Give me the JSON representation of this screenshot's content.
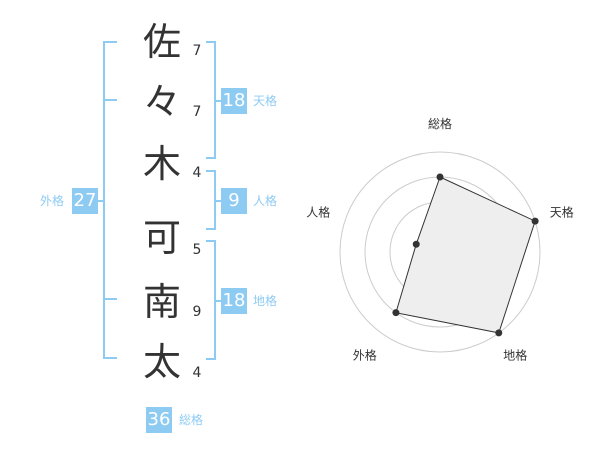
{
  "name_characters": [
    {
      "char": "佐",
      "strokes": "7"
    },
    {
      "char": "々",
      "strokes": "7"
    },
    {
      "char": "木",
      "strokes": "4"
    },
    {
      "char": "可",
      "strokes": "5"
    },
    {
      "char": "南",
      "strokes": "9"
    },
    {
      "char": "太",
      "strokes": "4"
    }
  ],
  "fortunes": {
    "tenkaku": {
      "value": "18",
      "label": "天格"
    },
    "jinkaku": {
      "value": "9",
      "label": "人格"
    },
    "chikaku": {
      "value": "18",
      "label": "地格"
    },
    "gaikaku": {
      "value": "27",
      "label": "外格"
    },
    "soukaku": {
      "value": "36",
      "label": "総格"
    }
  },
  "colors": {
    "accent": "#8ecbf3",
    "text": "#333333",
    "ring": "#cccccc",
    "fill": "#eeeeee"
  },
  "chart_data": {
    "type": "radar",
    "axes": [
      "総格",
      "天格",
      "地格",
      "外格",
      "人格"
    ],
    "levels": 4,
    "range": [
      0,
      4
    ],
    "values": [
      3,
      4,
      4,
      3,
      1
    ]
  }
}
